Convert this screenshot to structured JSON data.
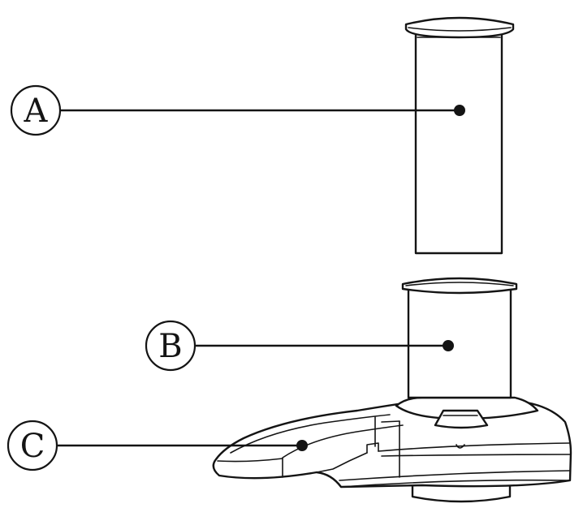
{
  "callouts": [
    {
      "id": "A",
      "label": "A"
    },
    {
      "id": "B",
      "label": "B"
    },
    {
      "id": "C",
      "label": "C"
    }
  ],
  "colors": {
    "line": "#141414",
    "background": "#ffffff"
  }
}
